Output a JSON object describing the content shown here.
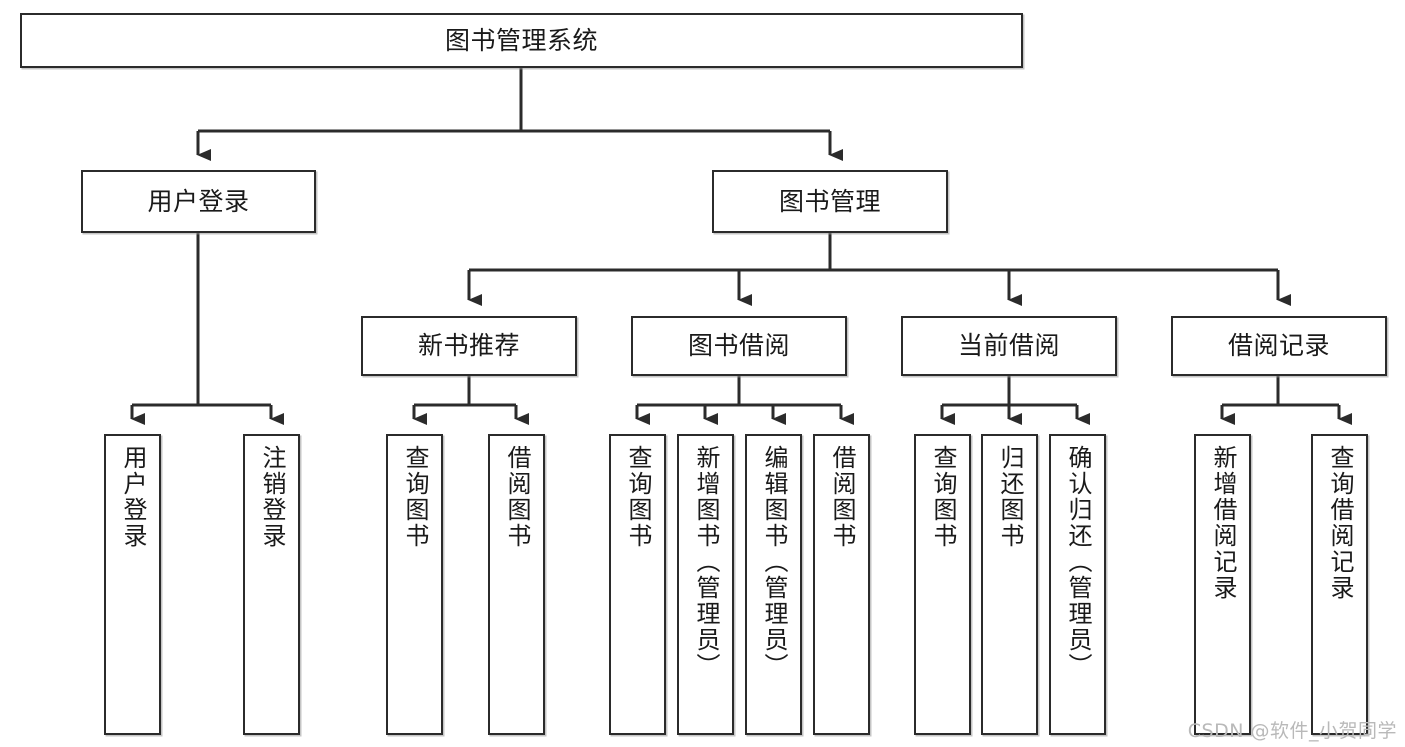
{
  "diagram": {
    "title": "图书管理系统",
    "type": "hierarchy-tree",
    "watermark": "CSDN @软件_小贺同学",
    "style": {
      "box_border_color": "#2b2b2b",
      "box_fill_color": "#ffffff",
      "connector_color": "#2b2b2b",
      "background_color": "#ffffff",
      "text_color": "#1a1a1a"
    },
    "levels": [
      {
        "level": 1,
        "nodes": [
          {
            "id": "root",
            "label": "图书管理系统",
            "orientation": "horizontal"
          }
        ]
      },
      {
        "level": 2,
        "nodes": [
          {
            "id": "user-login",
            "label": "用户登录",
            "orientation": "horizontal",
            "parent": "root"
          },
          {
            "id": "book-manage",
            "label": "图书管理",
            "orientation": "horizontal",
            "parent": "root"
          }
        ]
      },
      {
        "level": 3,
        "nodes": [
          {
            "id": "new-book-rec",
            "label": "新书推荐",
            "orientation": "horizontal",
            "parent": "book-manage"
          },
          {
            "id": "book-borrow",
            "label": "图书借阅",
            "orientation": "horizontal",
            "parent": "book-manage"
          },
          {
            "id": "current-borrow",
            "label": "当前借阅",
            "orientation": "horizontal",
            "parent": "book-manage"
          },
          {
            "id": "borrow-record",
            "label": "借阅记录",
            "orientation": "horizontal",
            "parent": "book-manage"
          }
        ]
      },
      {
        "level": 4,
        "nodes": [
          {
            "id": "leaf-user-login",
            "label": "用户登录",
            "orientation": "vertical",
            "parent": "user-login"
          },
          {
            "id": "leaf-logout",
            "label": "注销登录",
            "orientation": "vertical",
            "parent": "user-login"
          },
          {
            "id": "leaf-query-book-1",
            "label": "查询图书",
            "orientation": "vertical",
            "parent": "new-book-rec"
          },
          {
            "id": "leaf-borrow-book-1",
            "label": "借阅图书",
            "orientation": "vertical",
            "parent": "new-book-rec"
          },
          {
            "id": "leaf-query-book-2",
            "label": "查询图书",
            "orientation": "vertical",
            "parent": "book-borrow"
          },
          {
            "id": "leaf-add-book",
            "label": "新增图书（管理员）",
            "orientation": "vertical",
            "parent": "book-borrow"
          },
          {
            "id": "leaf-edit-book",
            "label": "编辑图书（管理员）",
            "orientation": "vertical",
            "parent": "book-borrow"
          },
          {
            "id": "leaf-borrow-book-2",
            "label": "借阅图书",
            "orientation": "vertical",
            "parent": "book-borrow"
          },
          {
            "id": "leaf-query-book-3",
            "label": "查询图书",
            "orientation": "vertical",
            "parent": "current-borrow"
          },
          {
            "id": "leaf-return-book",
            "label": "归还图书",
            "orientation": "vertical",
            "parent": "current-borrow"
          },
          {
            "id": "leaf-confirm-return",
            "label": "确认归还（管理员）",
            "orientation": "vertical",
            "parent": "current-borrow"
          },
          {
            "id": "leaf-add-record",
            "label": "新增借阅记录",
            "orientation": "vertical",
            "parent": "borrow-record"
          },
          {
            "id": "leaf-query-record",
            "label": "查询借阅记录",
            "orientation": "vertical",
            "parent": "borrow-record"
          }
        ]
      }
    ]
  }
}
